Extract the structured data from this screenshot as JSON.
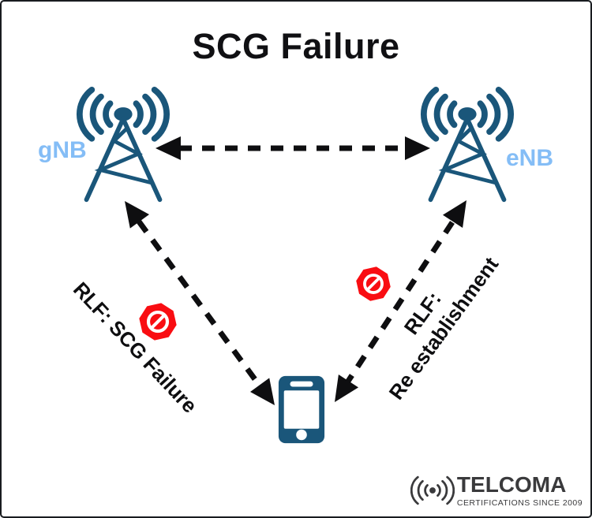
{
  "title": "SCG Failure",
  "nodes": {
    "gnb_label": "gNB",
    "enb_label": "eNB"
  },
  "labels": {
    "left_rlf": "RLF: SCG Failure",
    "right_rlf_line1": "RLF:",
    "right_rlf_line2": "Re establishment"
  },
  "logo": {
    "name": "TELCOMA",
    "tagline": "CERTIFICATIONS SINCE 2009"
  },
  "icons": {
    "tower": "cell-tower-with-signal-waves",
    "ue": "smartphone",
    "blocked": "no-entry-prohibited-octagon",
    "logo_mark": "radio-signal-waves"
  },
  "colors": {
    "tower": "#1a567a",
    "label": "#84bdf6",
    "arrow": "#0e0e10",
    "danger": "#f90d12",
    "logo": "#3a3a3c"
  }
}
